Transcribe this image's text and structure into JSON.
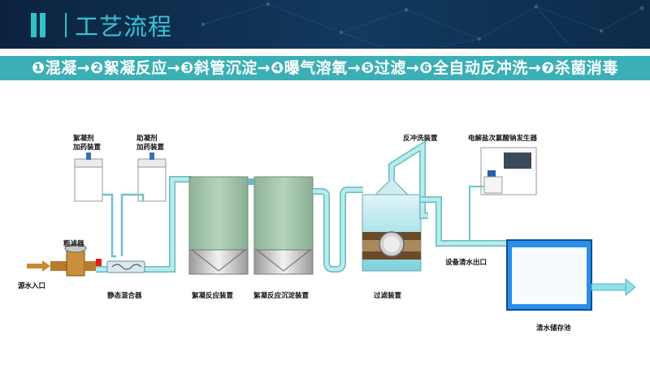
{
  "header": {
    "title": "工艺流程"
  },
  "steps": [
    {
      "num": "❶",
      "text": "混凝"
    },
    {
      "num": "❷",
      "text": "絮凝反应"
    },
    {
      "num": "❸",
      "text": "斜管沉淀"
    },
    {
      "num": "❹",
      "text": "曝气溶氧"
    },
    {
      "num": "❺",
      "text": "过滤"
    },
    {
      "num": "❻",
      "text": "全自动反冲洗"
    },
    {
      "num": "❼",
      "text": "杀菌消毒"
    }
  ],
  "arrow": "→",
  "labels": {
    "dosing1_a": "絮凝剂",
    "dosing1_b": "加药装置",
    "dosing2_a": "助凝剂",
    "dosing2_b": "加药装置",
    "coarse_filter": "粗滤器",
    "raw_inlet": "源水入口",
    "static_mixer": "静态混合器",
    "floc_reactor": "絮凝反应装置",
    "floc_settler": "絮凝反应沉淀装置",
    "backwash": "反冲洗装置",
    "filter": "过滤装置",
    "generator": "电解盐次氯酸钠发生器",
    "clean_outlet": "设备清水出口",
    "clean_tank": "清水储存池"
  },
  "colors": {
    "pipe": "#b7ecee",
    "pipe_edge": "#69b9bf",
    "tank": "#9fbfa8",
    "banner": "#3ab0b6",
    "title": "#33c3d6"
  }
}
